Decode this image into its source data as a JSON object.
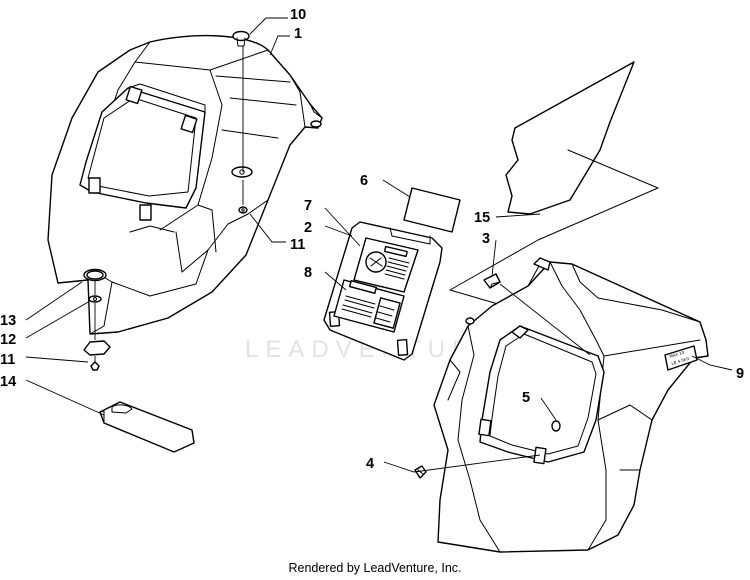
{
  "diagram": {
    "watermark": "LEADVENTURE",
    "footer": "Rendered by LeadVenture, Inc.",
    "callouts": {
      "c1": "1",
      "c2": "2",
      "c3": "3",
      "c4": "4",
      "c5": "5",
      "c6": "6",
      "c7": "7",
      "c8": "8",
      "c9": "9",
      "c10": "10",
      "c11a": "11",
      "c11b": "11",
      "c12": "12",
      "c13": "13",
      "c14": "14",
      "c15": "15"
    }
  }
}
